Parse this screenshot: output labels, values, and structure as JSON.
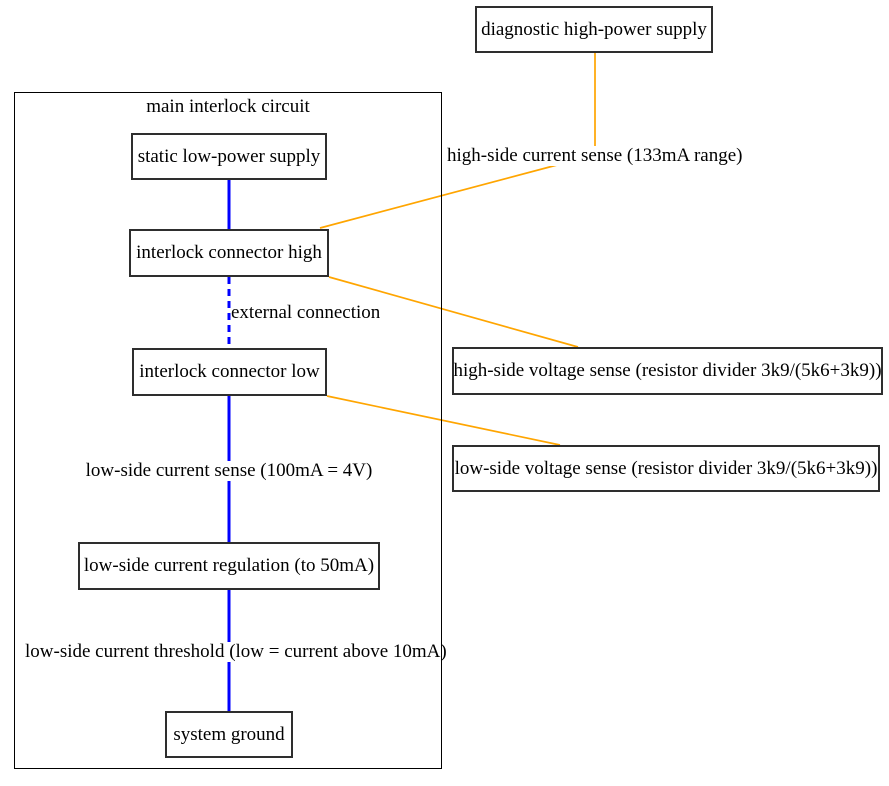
{
  "cluster": {
    "title": "main interlock circuit"
  },
  "nodes": {
    "diagnostic_supply": "diagnostic high-power supply",
    "static_supply": "static low-power supply",
    "connector_high": "interlock connector high",
    "connector_low": "interlock connector low",
    "current_regulation": "low-side current regulation (to 50mA)",
    "system_ground": "system ground",
    "high_side_voltage": "high-side voltage sense (resistor divider 3k9/(5k6+3k9))",
    "low_side_voltage": "low-side voltage sense (resistor divider 3k9/(5k6+3k9))"
  },
  "edge_labels": {
    "high_side_current": "high-side current sense (133mA range)",
    "external_connection": "external connection",
    "low_side_current": "low-side current sense (100mA = 4V)",
    "low_side_threshold": "low-side current threshold (low = current above 10mA)"
  },
  "colors": {
    "edge_blue": "#0000ff",
    "edge_orange": "#ffa500",
    "node_border": "#2e2e2e",
    "frame_border": "#000000",
    "background": "#ffffff",
    "text": "#000000"
  },
  "edges": [
    {
      "from": "static_supply",
      "to": "connector_high",
      "color": "#0000ff",
      "style": "solid",
      "label": ""
    },
    {
      "from": "connector_high",
      "to": "connector_low",
      "color": "#0000ff",
      "style": "dashed",
      "label": "external connection"
    },
    {
      "from": "connector_low",
      "to": "current_regulation",
      "color": "#0000ff",
      "style": "solid",
      "label": "low-side current sense (100mA = 4V)"
    },
    {
      "from": "current_regulation",
      "to": "system_ground",
      "color": "#0000ff",
      "style": "solid",
      "label": "low-side current threshold (low = current above 10mA)"
    },
    {
      "from": "diagnostic_supply",
      "to": "connector_high",
      "color": "#ffa500",
      "style": "solid",
      "label": "high-side current sense (133mA range)"
    },
    {
      "from": "connector_high",
      "to": "high_side_voltage",
      "color": "#ffa500",
      "style": "solid",
      "label": ""
    },
    {
      "from": "connector_low",
      "to": "low_side_voltage",
      "color": "#ffa500",
      "style": "solid",
      "label": ""
    }
  ]
}
